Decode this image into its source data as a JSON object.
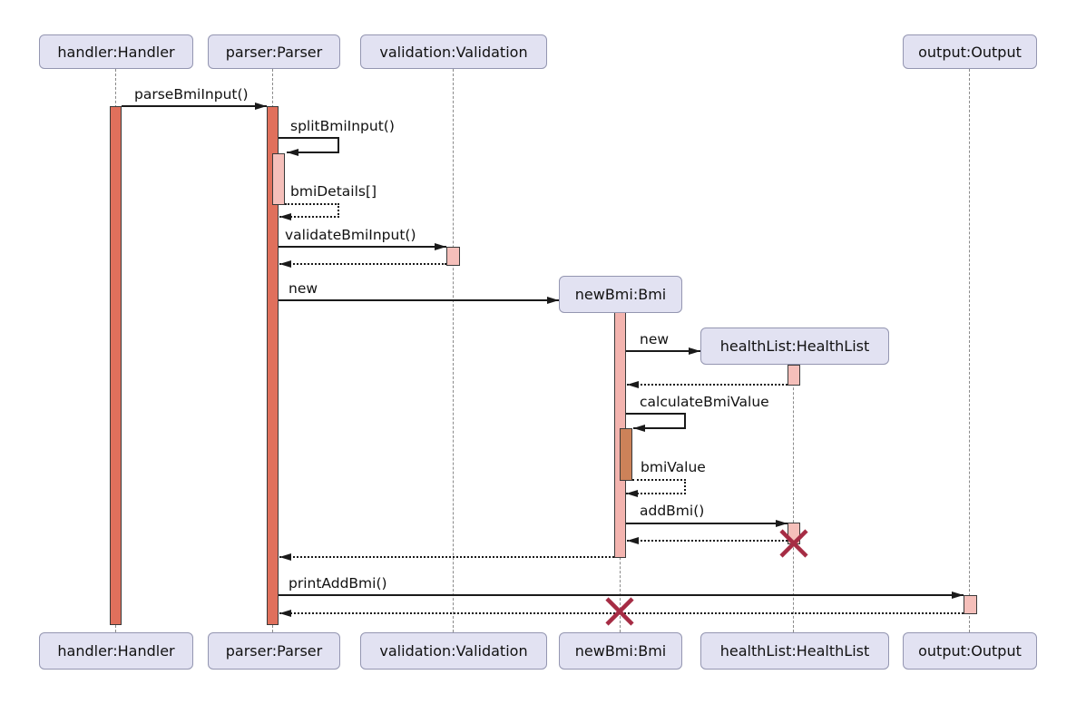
{
  "diagram": {
    "type": "uml-sequence-diagram",
    "participants": [
      {
        "id": "handler",
        "label": "handler:Handler"
      },
      {
        "id": "parser",
        "label": "parser:Parser"
      },
      {
        "id": "validation",
        "label": "validation:Validation"
      },
      {
        "id": "newBmi",
        "label": "newBmi:Bmi"
      },
      {
        "id": "healthList",
        "label": "healthList:HealthList"
      },
      {
        "id": "output",
        "label": "output:Output"
      }
    ],
    "messages": [
      {
        "label": "parseBmiInput()",
        "from": "handler",
        "to": "parser",
        "kind": "sync"
      },
      {
        "label": "splitBmiInput()",
        "from": "parser",
        "to": "parser",
        "kind": "self"
      },
      {
        "label": "bmiDetails[]",
        "from": "parser",
        "to": "parser",
        "kind": "self-return"
      },
      {
        "label": "validateBmiInput()",
        "from": "parser",
        "to": "validation",
        "kind": "sync",
        "has_return": true
      },
      {
        "label": "new",
        "from": "parser",
        "to": "newBmi",
        "kind": "create"
      },
      {
        "label": "new",
        "from": "newBmi",
        "to": "healthList",
        "kind": "create",
        "has_return": true
      },
      {
        "label": "calculateBmiValue",
        "from": "newBmi",
        "to": "newBmi",
        "kind": "self"
      },
      {
        "label": "bmiValue",
        "from": "newBmi",
        "to": "newBmi",
        "kind": "self-return"
      },
      {
        "label": "addBmi()",
        "from": "newBmi",
        "to": "healthList",
        "kind": "sync",
        "has_return": true,
        "destroys": "healthList"
      },
      {
        "label": "printAddBmi()",
        "from": "parser",
        "to": "output",
        "kind": "sync",
        "has_return": true,
        "destroys": "newBmi"
      }
    ],
    "colors": {
      "participant_fill": "#E2E2F2",
      "participant_border": "#9496B1",
      "activation_main": "#E0705C",
      "activation_light": "#F5BFBA",
      "activation_medium": "#F3B4AF",
      "activation_nested": "#CC8259",
      "destroy_x": "#A62C44",
      "arrow": "#1A1A1A",
      "lifeline": "#8A8A8A"
    }
  }
}
